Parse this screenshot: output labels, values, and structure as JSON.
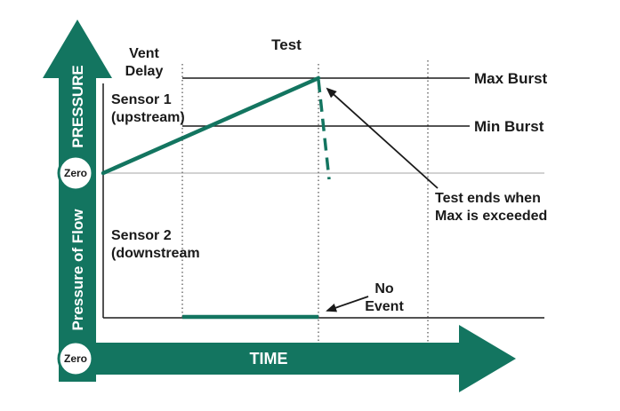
{
  "colors": {
    "accent_green": "#137560",
    "line_black": "#1a1a1a",
    "zero_line_gray": "#c4c4c4",
    "dotted_gray": "#707070"
  },
  "labels": {
    "test": "Test",
    "vent_delay_line1": "Vent",
    "vent_delay_line2": "Delay",
    "max_burst": "Max Burst",
    "min_burst": "Min Burst",
    "sensor1_line1": "Sensor 1",
    "sensor1_line2": "(upstream)",
    "sensor2_line1": "Sensor 2",
    "sensor2_line2": "(downstream",
    "test_ends_line1": "Test ends when",
    "test_ends_line2": "Max is exceeded",
    "no_event_line1": "No",
    "no_event_line2": "Event"
  },
  "axes": {
    "vertical_top": "PRESSURE",
    "vertical_bottom": "Pressure of Flow",
    "horizontal": "TIME",
    "zero_upper": "Zero",
    "zero_lower": "Zero"
  }
}
